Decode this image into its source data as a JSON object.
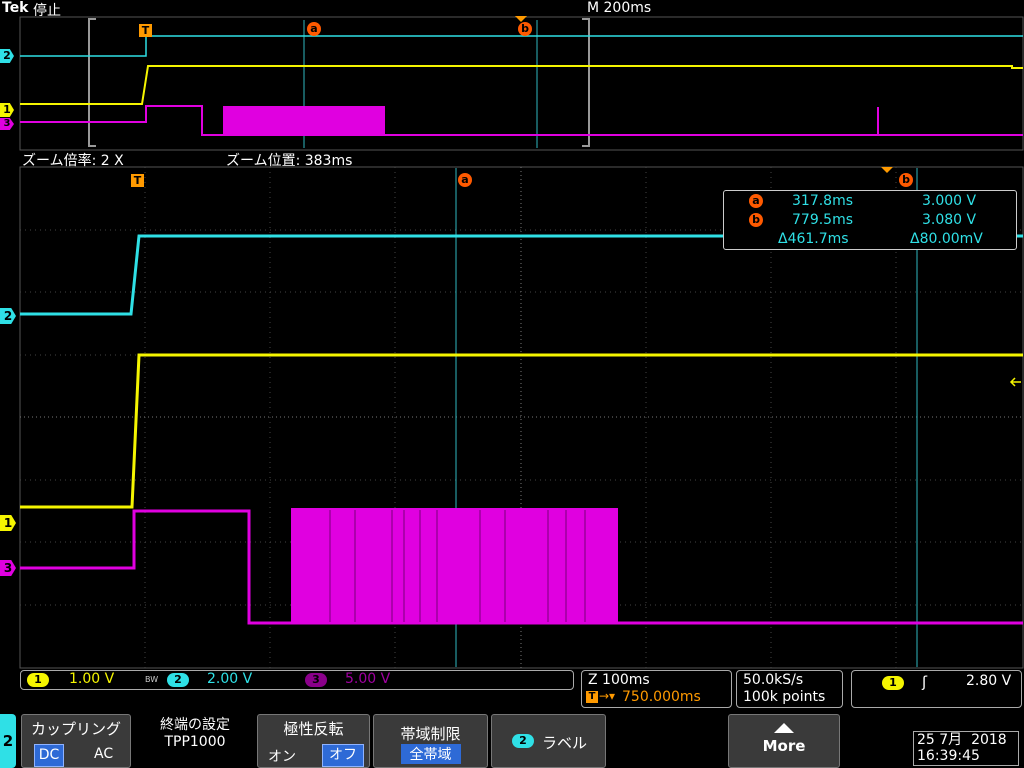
{
  "header": {
    "brand": "Tek",
    "run_state": "停止",
    "timebase": "M 200ms"
  },
  "zoom": {
    "factor_label": "ズーム倍率: 2 X",
    "position_label": "ズーム位置: 383ms"
  },
  "markers": {
    "trigger": "T",
    "cursor_a": "a",
    "cursor_b": "b"
  },
  "cursor_readout": {
    "a_time": "317.8ms",
    "a_volt": "3.000 V",
    "b_time": "779.5ms",
    "b_volt": "3.080 V",
    "delta_time": "Δ461.7ms",
    "delta_volt": "Δ80.00mV"
  },
  "channels": [
    {
      "id": "1",
      "scale": "1.00 V",
      "color": "#f5f500"
    },
    {
      "id": "2",
      "scale": "2.00 V",
      "color": "#2fe0e6"
    },
    {
      "id": "3",
      "scale": "5.00 V",
      "color": "#e000e0"
    }
  ],
  "bandwidth_flag": "BW",
  "horizontal": {
    "zoom_scale": "Z 100ms",
    "delay": "750.000ms",
    "sample_rate": "50.0kS/s",
    "record_length": "100k points"
  },
  "trigger": {
    "source": "1",
    "slope": "ʃ",
    "level": "2.80 V"
  },
  "menu": {
    "channel_tab": "2",
    "coupling_title": "カップリング",
    "coupling_dc": "DC",
    "coupling_ac": "AC",
    "termination_title": "終端の設定",
    "termination_value": "TPP1000",
    "invert_title": "極性反転",
    "invert_on": "オン",
    "invert_off": "オフ",
    "bw_title": "帯域制限",
    "bw_value": "全帯域",
    "label_badge": "2",
    "label_text": "ラベル",
    "more": "More"
  },
  "clock": {
    "date": "25 7月  2018",
    "time": "16:39:45"
  }
}
